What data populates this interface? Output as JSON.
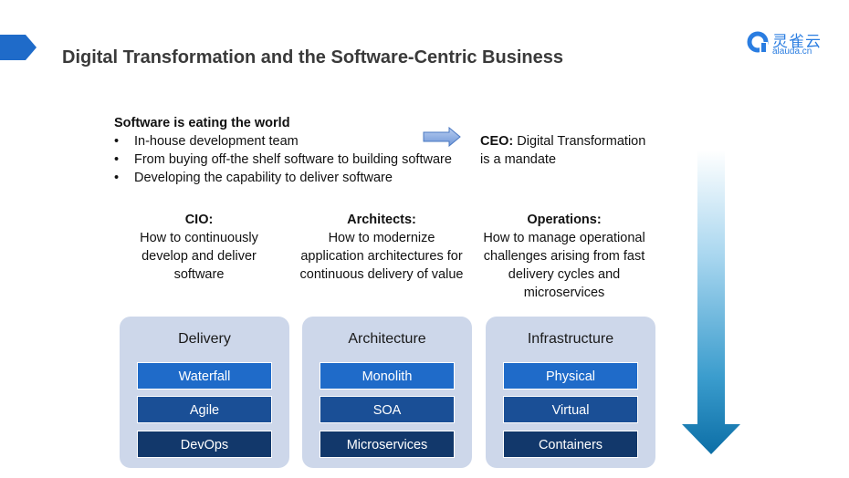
{
  "slide": {
    "title": "Digital Transformation and the Software-Centric Business"
  },
  "logo": {
    "name_cn": "灵雀云",
    "domain": "alauda.cn"
  },
  "intro": {
    "heading": "Software is eating the world",
    "bullets": [
      "In-house development team",
      "From buying off-the shelf software to building software",
      "Developing the capability to deliver software"
    ]
  },
  "ceo": {
    "label": "CEO:",
    "text_line1": " Digital Transformation",
    "text_line2": "is a mandate"
  },
  "roles": [
    {
      "title": "CIO:",
      "lines": [
        "How to continuously",
        "develop and deliver",
        "software"
      ]
    },
    {
      "title": "Architects:",
      "lines": [
        "How to modernize",
        "application architectures for",
        "continuous delivery of value"
      ]
    },
    {
      "title": "Operations:",
      "lines": [
        "How to manage operational",
        "challenges arising from fast",
        "delivery cycles and",
        "microservices"
      ]
    }
  ],
  "panels": [
    {
      "title": "Delivery",
      "stages": [
        "Waterfall",
        "Agile",
        "DevOps"
      ]
    },
    {
      "title": "Architecture",
      "stages": [
        "Monolith",
        "SOA",
        "Microservices"
      ]
    },
    {
      "title": "Infrastructure",
      "stages": [
        "Physical",
        "Virtual",
        "Containers"
      ]
    }
  ],
  "colors": {
    "accent": "#1f6bc9",
    "stage_light": "#1f6bc9",
    "stage_mid": "#1a4f96",
    "stage_dark": "#12386b",
    "panel_bg": "#cdd7ea",
    "logo": "#2a7de1"
  },
  "icons": {
    "corner_marker": "chevron-right-marker-icon",
    "intro_arrow": "arrow-right-icon",
    "timeline_arrow": "arrow-down-gradient-icon",
    "logo_mark": "alauda-logo-icon"
  }
}
